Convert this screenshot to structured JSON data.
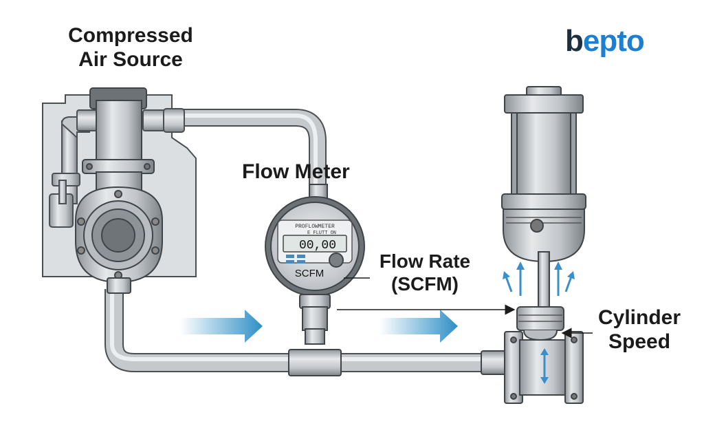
{
  "labels": {
    "source_line1": "Compressed",
    "source_line2": "Air Source",
    "flow_meter": "Flow Meter",
    "flow_rate_line1": "Flow Rate",
    "flow_rate_line2": "(SCFM)",
    "cylinder_line1": "Cylinder",
    "cylinder_line2": "Speed"
  },
  "meter_display": {
    "header": "PROFLOWMETER",
    "subheader": "E FLUTT ON",
    "reading": "00,00",
    "unit": "SCFM"
  },
  "logo": {
    "first_letter": "b",
    "rest": "epto"
  },
  "colors": {
    "flow_arrow": "#2f8fc6",
    "logo_blue": "#1d7fd2",
    "logo_dark": "#1f2f3f",
    "metal": "#c6c9cc"
  },
  "icons": [
    "flow-direction-arrow-icon",
    "motion-arrow-icon"
  ]
}
